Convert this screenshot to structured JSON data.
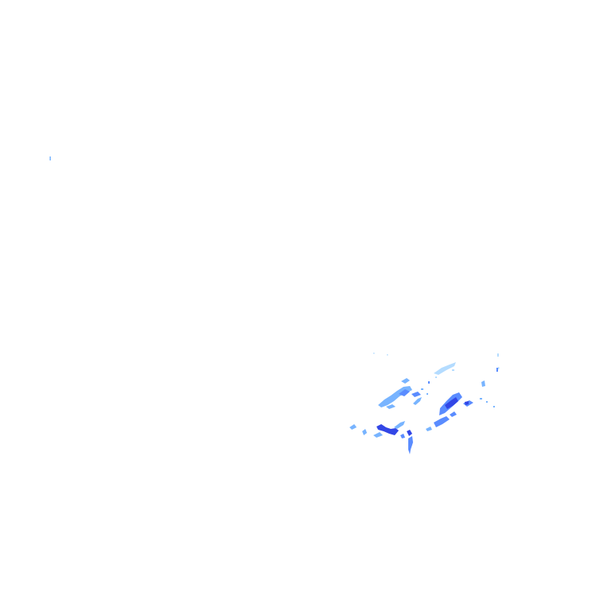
{
  "map": {
    "layer": "rain-radar-overlay",
    "intensity_colors": {
      "very-light": "#b4dcff",
      "light": "#78b4ff",
      "moderate": "#5a8cff",
      "heavy": "#3246e6"
    },
    "echo_clusters": [
      {
        "name": "isolated-echo-west",
        "level": "light"
      },
      {
        "name": "northern-speckles",
        "level": "very-light"
      },
      {
        "name": "northeast-streak",
        "level": "very-light"
      },
      {
        "name": "central-band",
        "level": "light"
      },
      {
        "name": "central-core",
        "level": "moderate"
      },
      {
        "name": "eastern-cell",
        "level": "moderate"
      },
      {
        "name": "eastern-core",
        "level": "heavy"
      },
      {
        "name": "southwest-band",
        "level": "light"
      },
      {
        "name": "southwest-core",
        "level": "heavy"
      },
      {
        "name": "southern-tail",
        "level": "moderate"
      },
      {
        "name": "far-east-specks",
        "level": "light"
      }
    ]
  }
}
